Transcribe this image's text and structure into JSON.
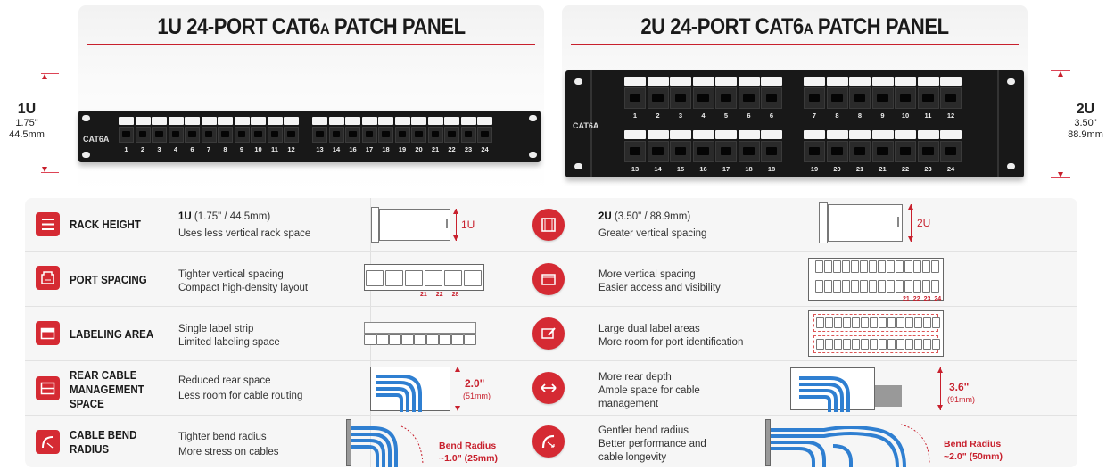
{
  "left_panel": {
    "title_main": "1U 24-PORT CAT6",
    "title_sub": "A",
    "title_tail": " PATCH PANEL",
    "brand_label": "CAT6A",
    "height_unit": "1U",
    "height_in": "1.75\"",
    "height_mm": "44.5mm",
    "ports_group1": [
      "1",
      "2",
      "3",
      "4",
      "6",
      "7",
      "8",
      "9",
      "10",
      "11",
      "12"
    ],
    "ports_group2": [
      "13",
      "14",
      "16",
      "17",
      "18",
      "19",
      "20",
      "21",
      "22",
      "23",
      "24"
    ]
  },
  "right_panel": {
    "title_main": "2U 24-PORT CAT6",
    "title_sub": "A",
    "title_tail": " PATCH PANEL",
    "brand_label": "CAT6A",
    "height_unit": "2U",
    "height_in": "3.50\"",
    "height_mm": "88.9mm",
    "ports_row1_g1": [
      "1",
      "2",
      "3",
      "4",
      "5",
      "6",
      "6"
    ],
    "ports_row1_g2": [
      "7",
      "8",
      "8",
      "9",
      "10",
      "11",
      "12"
    ],
    "ports_row2_g1": [
      "13",
      "14",
      "15",
      "16",
      "17",
      "18",
      "18"
    ],
    "ports_row2_g2": [
      "19",
      "20",
      "21",
      "21",
      "22",
      "23",
      "24"
    ]
  },
  "colors": {
    "accent": "#d52a33",
    "rule": "#c8202d",
    "panel": "#181818",
    "cable": "#2f7fd1"
  },
  "comparison": [
    {
      "feature": "RACK HEIGHT",
      "icon": "rack-lines-icon",
      "left_bold": "1U",
      "left_line1": " (1.75\" / 44.5mm)",
      "left_line2": "Uses less vertical rack space",
      "left_diag_label": "1U",
      "right_icon": "rack-frame-icon",
      "right_bold": "2U",
      "right_line1": " (3.50\" / 88.9mm)",
      "right_line2": "Greater vertical spacing",
      "right_diag_label": "2U"
    },
    {
      "feature": "PORT SPACING",
      "icon": "port-jack-icon",
      "left_line1": "Tighter vertical spacing",
      "left_line2": "Compact high-density layout",
      "left_diag_nums": [
        "21",
        "22",
        "28"
      ],
      "right_icon": "spacing-ruler-icon",
      "right_line1": "More vertical spacing",
      "right_line2": "Easier access and visibility",
      "right_diag_nums": [
        "21",
        "22",
        "23",
        "24"
      ]
    },
    {
      "feature": "LABELING AREA",
      "icon": "label-strip-icon",
      "left_line1": "Single label strip",
      "left_line2": "Limited labeling space",
      "right_icon": "edit-label-icon",
      "right_line1": "Large dual label areas",
      "right_line2": "More room for port identification"
    },
    {
      "feature_line1": "REAR CABLE",
      "feature_line2": "MANAGEMENT",
      "feature_line3": "SPACE",
      "icon": "cable-tray-icon",
      "left_line1": "Reduced rear space",
      "left_line2": "Less room for cable routing",
      "left_dim_main": "2.0\"",
      "left_dim_sub": "(51mm)",
      "right_icon": "double-arrow-icon",
      "right_line1": "More rear depth",
      "right_line2": "Ample space for cable",
      "right_line3": "management",
      "right_dim_main": "3.6\"",
      "right_dim_sub": "(91mm)"
    },
    {
      "feature_line1": "CABLE BEND",
      "feature_line2": "RADIUS",
      "icon": "bend-arc-icon",
      "left_line1": "Tighter bend radius",
      "left_line2": "More stress on cables",
      "left_bend_label": "Bend Radius",
      "left_bend_value": "~1.0\" (25mm)",
      "right_icon": "bend-arc-icon",
      "right_line1": "Gentler bend radius",
      "right_line2": "Better performance and",
      "right_line3": "cable longevity",
      "right_bend_label": "Bend Radius",
      "right_bend_value": "~2.0\" (50mm)"
    }
  ]
}
